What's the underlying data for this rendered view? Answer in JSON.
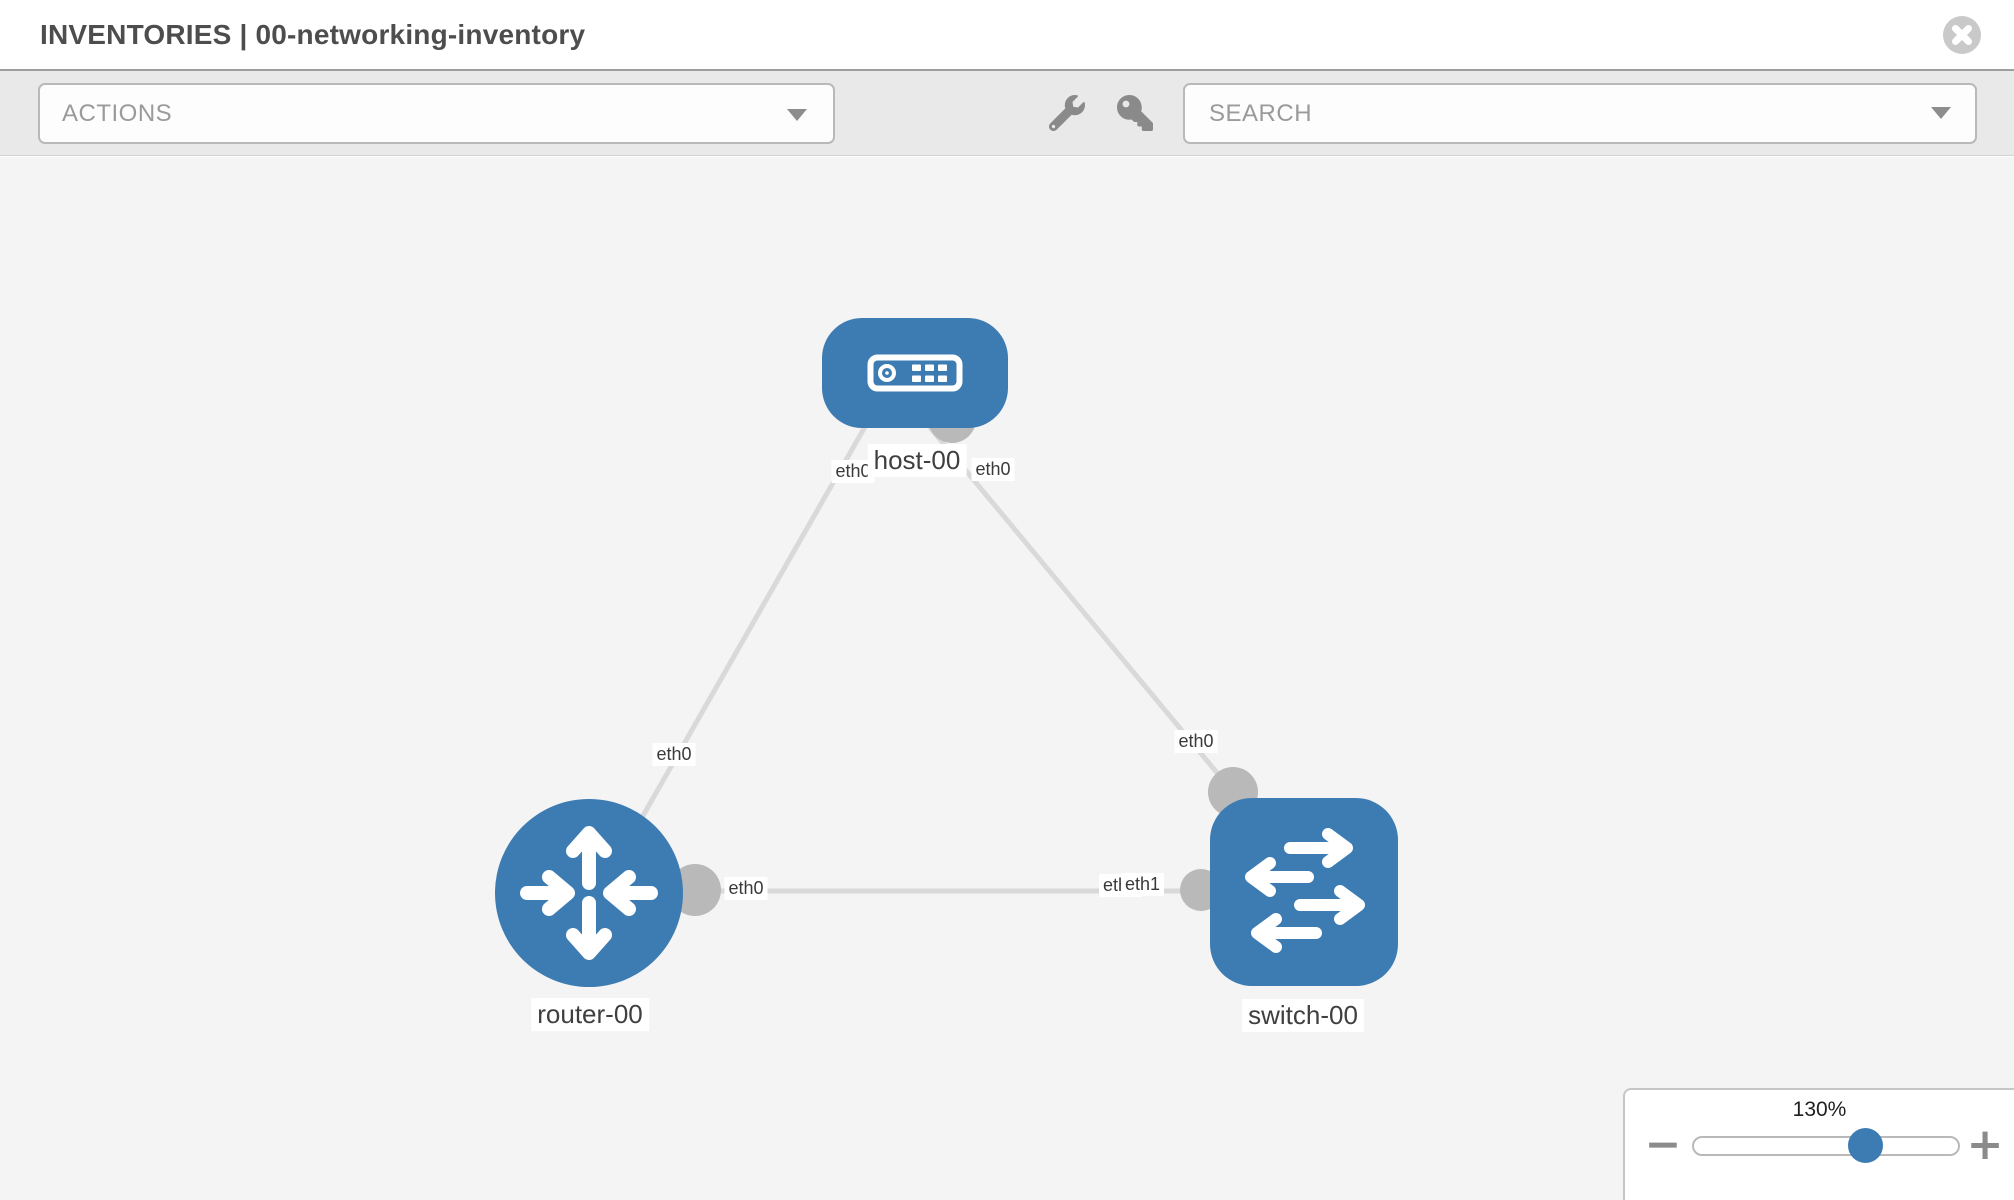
{
  "header": {
    "title": "INVENTORIES | 00-networking-inventory"
  },
  "toolbar": {
    "actions": {
      "label": "ACTIONS"
    },
    "search": {
      "placeholder": "SEARCH"
    },
    "icons": [
      "wrench-icon",
      "key-icon"
    ]
  },
  "topology": {
    "nodes": [
      {
        "id": "host-00",
        "type": "host",
        "label": "host-00"
      },
      {
        "id": "router-00",
        "type": "router",
        "label": "router-00"
      },
      {
        "id": "switch-00",
        "type": "switch",
        "label": "switch-00"
      }
    ],
    "links": [
      {
        "source": "host-00",
        "source_iface": "eth0",
        "target": "router-00",
        "target_iface": "eth0"
      },
      {
        "source": "host-00",
        "source_iface": "eth0",
        "target": "switch-00",
        "target_iface": "eth0"
      },
      {
        "source": "router-00",
        "source_iface": "eth0",
        "target": "switch-00",
        "target_iface": "eth1",
        "overlapped_iface": "eth0"
      }
    ]
  },
  "zoom_control": {
    "value": "130%",
    "minus_label": "−",
    "plus_label": "+"
  },
  "colors": {
    "node_blue": "#3d7cb2",
    "port_gray": "#b9b9b9",
    "link_gray": "#d9d9d9",
    "toolbar_gray": "#e9e9ea",
    "canvas_gray": "#f4f4f5"
  }
}
